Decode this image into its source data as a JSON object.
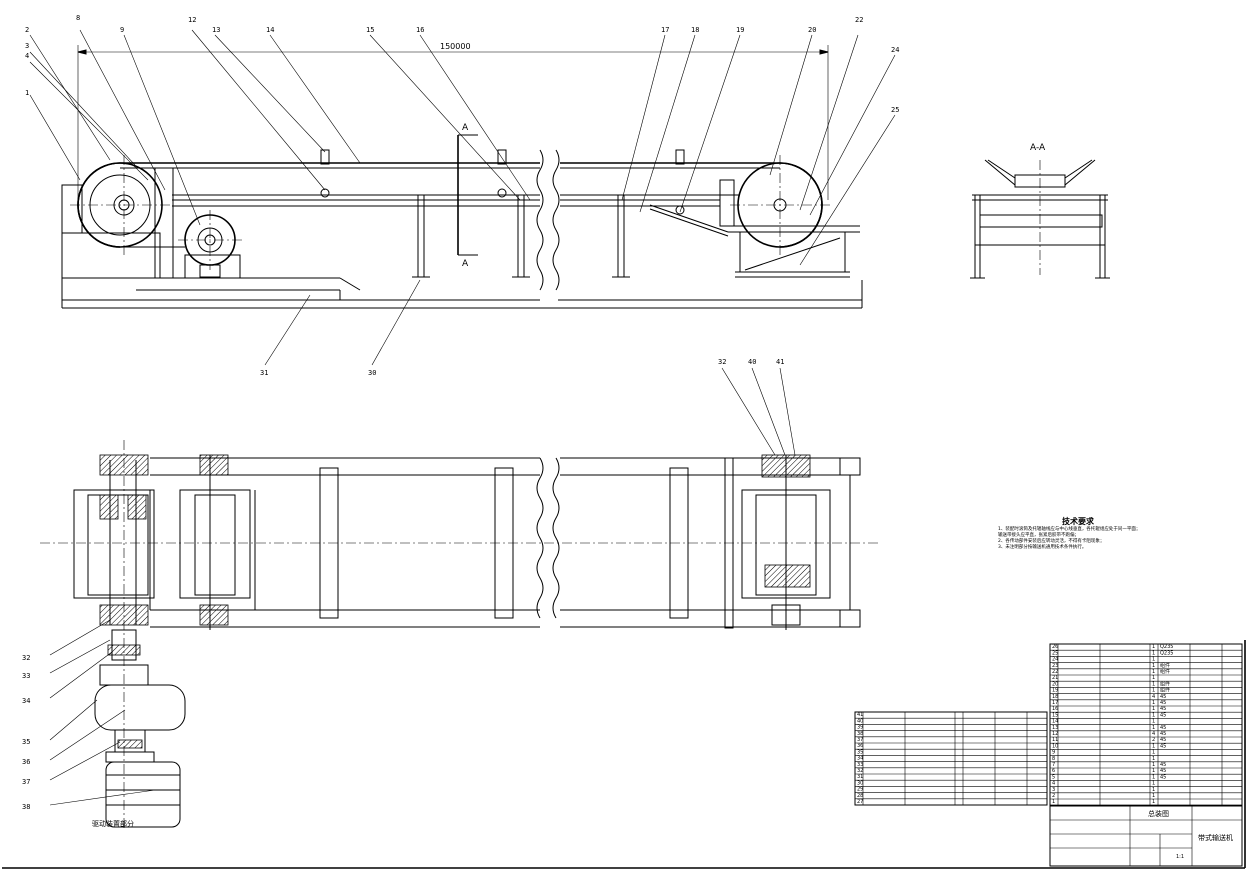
{
  "drawing": {
    "overall_dimension": "150000",
    "section_label": "A",
    "section_view_title": "A-A",
    "drive_caption": "驱动装置部分"
  },
  "balloons_top": [
    "1",
    "2",
    "3",
    "4",
    "8",
    "9",
    "12",
    "13",
    "14",
    "15",
    "16",
    "17",
    "18",
    "19",
    "20",
    "22",
    "24",
    "25"
  ],
  "balloons_lower": [
    "31",
    "30"
  ],
  "balloons_plan": [
    "32",
    "40",
    "41"
  ],
  "balloons_drive": [
    "32",
    "33",
    "34",
    "35",
    "36",
    "37",
    "38"
  ],
  "tech_notes": {
    "title": "技术要求",
    "lines": [
      "1、装配时滚筒及托辊轴线应与中心线垂直，各托辊组应处于同一平面；",
      "   输送带接头应平直，张紧后胶带不跑偏；",
      "2、各传动部件安装后应转动灵活，不得有卡阻现象；",
      "3、未注明部分按输送机通用技术条件执行。"
    ]
  },
  "bom_right": [
    [
      "26",
      "",
      "",
      "1",
      "Q235",
      ""
    ],
    [
      "25",
      "",
      "",
      "1",
      "Q235",
      ""
    ],
    [
      "24",
      "",
      "",
      "1",
      "",
      ""
    ],
    [
      "23",
      "",
      "",
      "1",
      "组件",
      ""
    ],
    [
      "22",
      "",
      "",
      "1",
      "组件",
      ""
    ],
    [
      "21",
      "",
      "",
      "1",
      "",
      ""
    ],
    [
      "20",
      "",
      "",
      "1",
      "组件",
      ""
    ],
    [
      "19",
      "",
      "",
      "1",
      "组件",
      ""
    ],
    [
      "18",
      "",
      "",
      "4",
      "45",
      ""
    ],
    [
      "17",
      "",
      "",
      "1",
      "45",
      ""
    ],
    [
      "16",
      "",
      "",
      "1",
      "45",
      ""
    ],
    [
      "15",
      "",
      "",
      "1",
      "45",
      ""
    ],
    [
      "14",
      "",
      "",
      "1",
      "",
      ""
    ],
    [
      "13",
      "",
      "",
      "1",
      "45",
      ""
    ],
    [
      "12",
      "",
      "",
      "4",
      "45",
      ""
    ],
    [
      "11",
      "",
      "",
      "2",
      "45",
      ""
    ],
    [
      "10",
      "",
      "",
      "1",
      "45",
      ""
    ],
    [
      "9",
      "",
      "",
      "1",
      "",
      ""
    ],
    [
      "8",
      "",
      "",
      "1",
      "",
      ""
    ],
    [
      "7",
      "",
      "",
      "1",
      "45",
      ""
    ],
    [
      "6",
      "",
      "",
      "1",
      "45",
      ""
    ],
    [
      "5",
      "",
      "",
      "1",
      "45",
      ""
    ],
    [
      "4",
      "",
      "",
      "1",
      "",
      ""
    ],
    [
      "3",
      "",
      "",
      "1",
      "",
      ""
    ],
    [
      "2",
      "",
      "",
      "1",
      "",
      ""
    ],
    [
      "1",
      "",
      "",
      "1",
      "",
      ""
    ]
  ],
  "bom_left": [
    [
      "41",
      "",
      "",
      "",
      "",
      ""
    ],
    [
      "40",
      "",
      "",
      "",
      "",
      ""
    ],
    [
      "39",
      "",
      "",
      "",
      "",
      ""
    ],
    [
      "38",
      "",
      "",
      "",
      "",
      ""
    ],
    [
      "37",
      "",
      "",
      "",
      "",
      ""
    ],
    [
      "36",
      "",
      "",
      "",
      "",
      ""
    ],
    [
      "35",
      "",
      "",
      "",
      "",
      ""
    ],
    [
      "34",
      "",
      "",
      "",
      "",
      ""
    ],
    [
      "33",
      "",
      "",
      "",
      "",
      ""
    ],
    [
      "32",
      "",
      "",
      "",
      "",
      ""
    ],
    [
      "31",
      "",
      "",
      "",
      "",
      ""
    ],
    [
      "30",
      "",
      "",
      "",
      "",
      ""
    ],
    [
      "29",
      "",
      "",
      "",
      "",
      ""
    ],
    [
      "28",
      "",
      "",
      "",
      "",
      ""
    ],
    [
      "27",
      "",
      "",
      "",
      "",
      ""
    ]
  ],
  "title_block": {
    "drawing_title": "带式输送机",
    "stage": "总装图",
    "scale": "1:1"
  }
}
